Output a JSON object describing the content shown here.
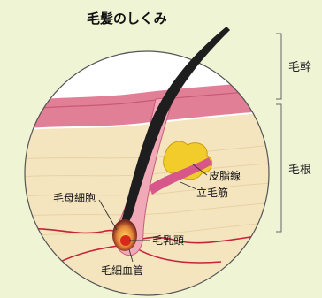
{
  "diagram": {
    "title": "毛髪のしくみ",
    "side_labels": {
      "shaft": "毛幹",
      "root": "毛根"
    },
    "parts": {
      "sebaceous_gland": "皮脂線",
      "arrector_pili": "立毛筋",
      "matrix_cell": "毛母細胞",
      "dermal_papilla": "毛乳頭",
      "capillary": "毛細血管"
    },
    "colors": {
      "background": "#eef4d4",
      "epidermis": "#e07f96",
      "dermis": "#f5e5bf",
      "hair": "#1e1e1e",
      "gland": "#f2cc2a",
      "muscle": "#d8578a",
      "blood_vessel": "#c5233a"
    }
  }
}
